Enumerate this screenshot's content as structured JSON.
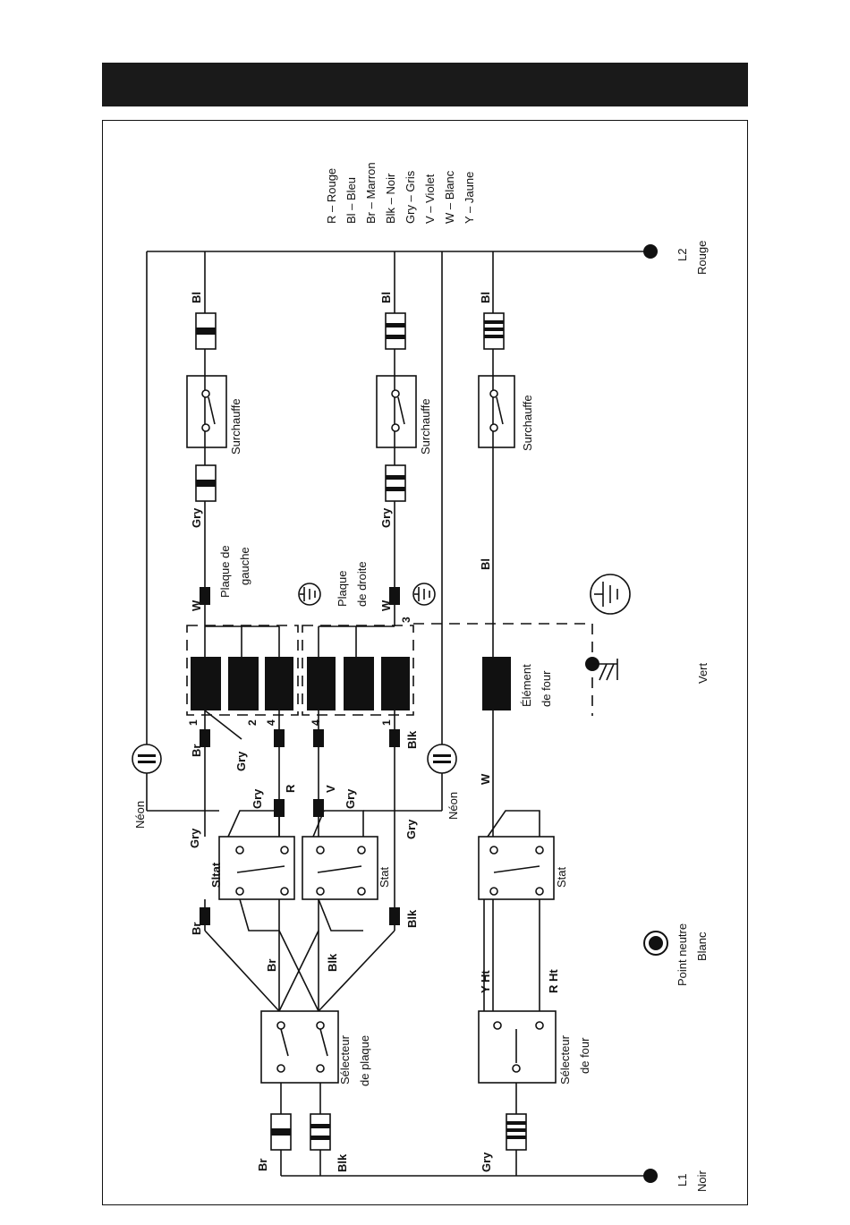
{
  "legend": [
    "R – Rouge",
    "Bl – Bleu",
    "Br – Marron",
    "Blk – Noir",
    "Gry – Gris",
    "V – Violet",
    "W – Blanc",
    "Y – Jaune"
  ],
  "terminals": {
    "l2": {
      "label": "L2",
      "color": "Rouge"
    },
    "l1": {
      "label": "L1",
      "color": "Noir"
    },
    "neutral": {
      "label": "Point neutre",
      "color": "Blanc"
    }
  },
  "components": {
    "overheat": "Surchauffe",
    "left_plate": [
      "Plaque de",
      "gauche"
    ],
    "right_plate": [
      "Plaque",
      "de droite"
    ],
    "oven_element": [
      "Élément",
      "de four"
    ],
    "stat": "Stat",
    "stat_alt": "Sltat",
    "plate_selector": [
      "Sélecteur",
      "de plaque"
    ],
    "oven_selector": [
      "Sélecteur",
      "de four"
    ],
    "neon": "Néon",
    "ground": "Vert"
  },
  "wires": {
    "bl": "Bl",
    "gry": "Gry",
    "w": "W",
    "br": "Br",
    "blk": "Blk",
    "r": "R",
    "v": "V",
    "y_ht": "Y  Ht",
    "r_ht": "R  Ht"
  },
  "terminal_numbers": {
    "n1": "1",
    "n2": "2",
    "n3": "3",
    "n4": "4"
  }
}
